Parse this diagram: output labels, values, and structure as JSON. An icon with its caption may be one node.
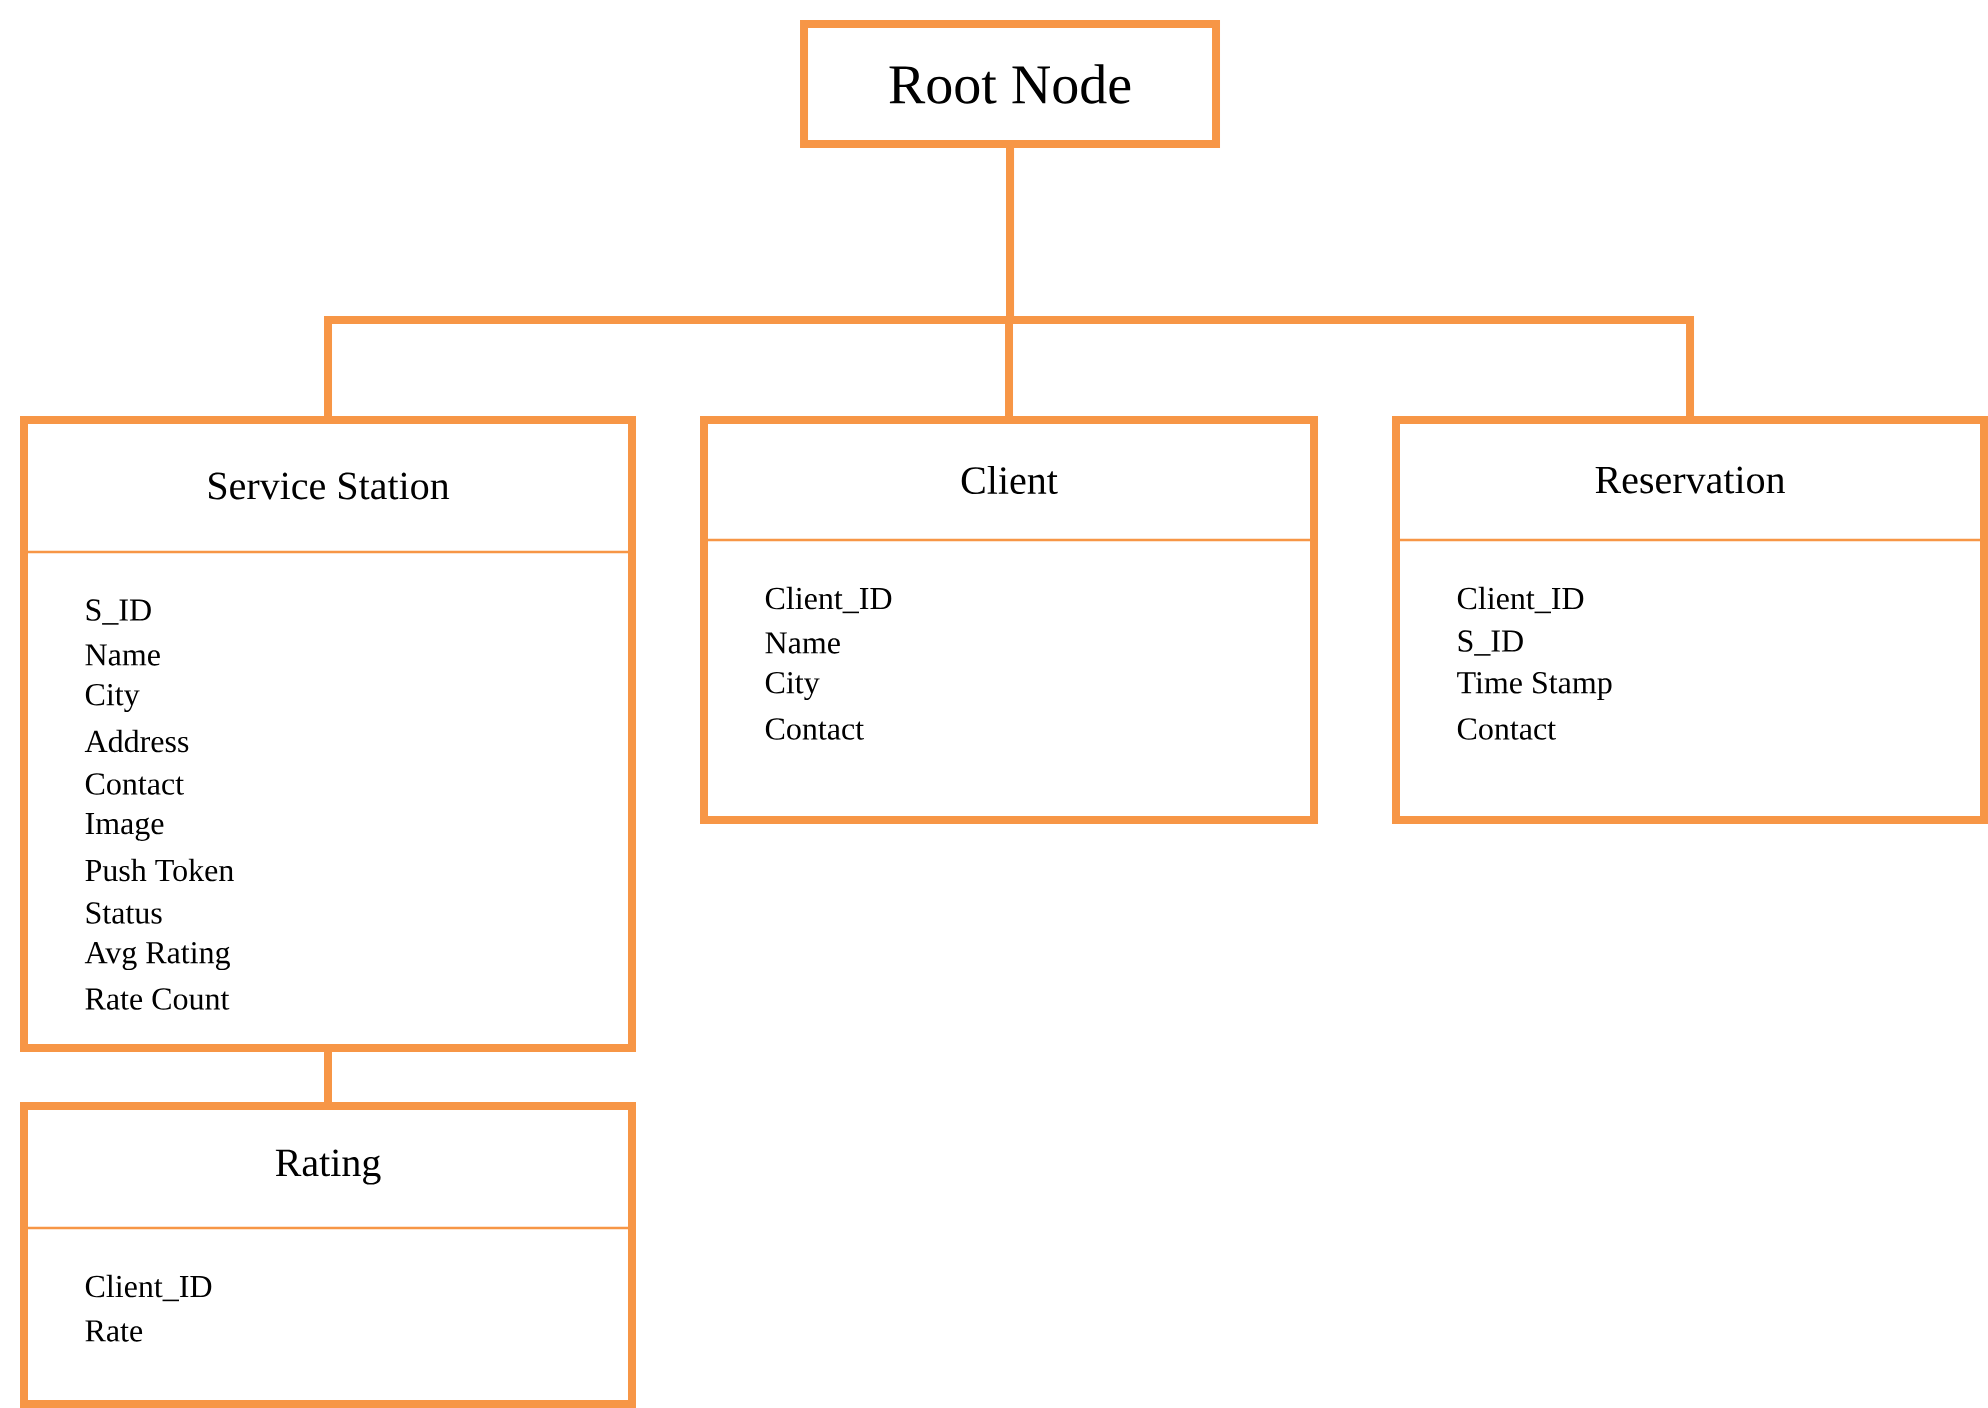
{
  "diagram": {
    "nodes": [
      {
        "text": [
          "Root Node"
        ]
      },
      {
        "text": [
          "Service Station",
          "S_ID",
          "Name",
          "City",
          "Address",
          "Contact",
          "Image",
          "Push Token",
          "Status",
          "Avg Rating",
          "Rate Count"
        ]
      },
      {
        "text": [
          "Client",
          "Client_ID",
          "Name",
          "City",
          "Contact"
        ]
      },
      {
        "text": [
          "Reservation",
          "Client_ID",
          "S_ID",
          "Time Stamp",
          "Contact"
        ]
      },
      {
        "text": [
          "Rating",
          "Client_ID",
          "Rate"
        ]
      }
    ],
    "edges": [
      {
        "from": 0,
        "to": 1,
        "arrow": "none"
      },
      {
        "from": 0,
        "to": 2,
        "arrow": "none"
      },
      {
        "from": 0,
        "to": 3,
        "arrow": "none"
      },
      {
        "from": 1,
        "to": 4,
        "arrow": "none"
      }
    ]
  }
}
